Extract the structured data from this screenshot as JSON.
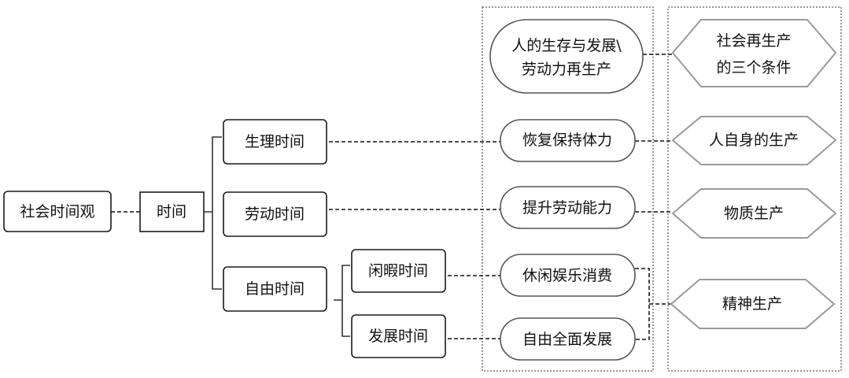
{
  "nodes": {
    "root": "社会时间观",
    "time": "时间",
    "physio_time": "生理时间",
    "labor_time": "劳动时间",
    "free_time": "自由时间",
    "leisure_time": "闲暇时间",
    "develop_time": "发展时间"
  },
  "purposes": {
    "top_line1": "人的生存与发展\\",
    "top_line2": "劳动力再生产",
    "restore": "恢复保持体力",
    "improve": "提升劳动能力",
    "leisure": "休闲娱乐消费",
    "develop": "自由全面发展"
  },
  "production": {
    "top_line1": "社会再生产",
    "top_line2": "的三个条件",
    "self": "人自身的生产",
    "material": "物质生产",
    "spiritual": "精神生产"
  }
}
